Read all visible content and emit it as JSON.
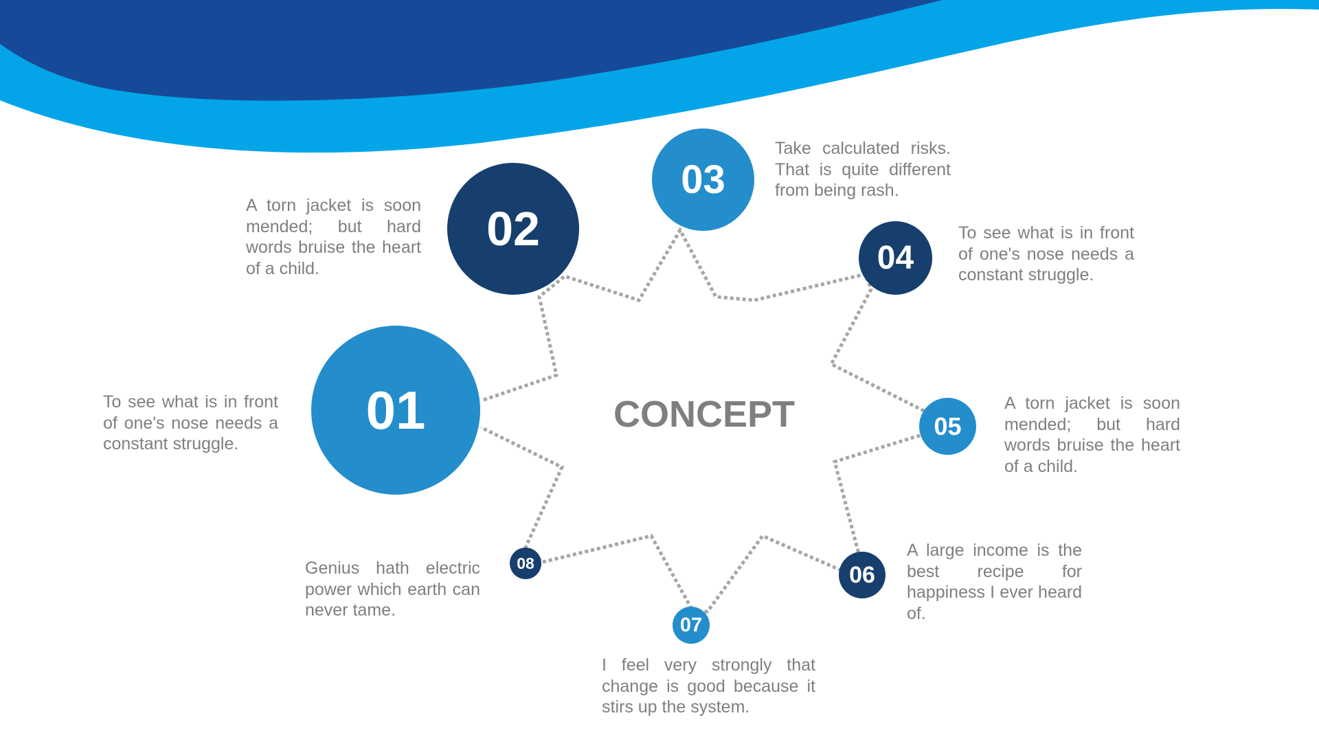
{
  "colors": {
    "dark_blue": "#173f6d",
    "mid_blue": "#238ecb",
    "wave_dark": "#164a98",
    "wave_light": "#04a5e8",
    "text_gray": "#7f7f7f",
    "connector_gray": "#a6a6a6"
  },
  "center_label": "CONCEPT",
  "nodes": [
    {
      "number": "01",
      "text": "To see what is in front of one's nose needs a constant struggle."
    },
    {
      "number": "02",
      "text": "A torn jacket is soon mended; but hard words bruise the heart of a child."
    },
    {
      "number": "03",
      "text": "Take calculated risks. That is quite different from being rash."
    },
    {
      "number": "04",
      "text": "To see what is in front of one's nose needs a constant struggle."
    },
    {
      "number": "05",
      "text": "A torn jacket is soon mended; but hard words bruise the heart of a child."
    },
    {
      "number": "06",
      "text": "A large income is the best recipe for happiness I ever heard of."
    },
    {
      "number": "07",
      "text": "I feel very strongly that change is good because it stirs up the system."
    },
    {
      "number": "08",
      "text": "Genius hath electric power which earth can never tame."
    }
  ]
}
